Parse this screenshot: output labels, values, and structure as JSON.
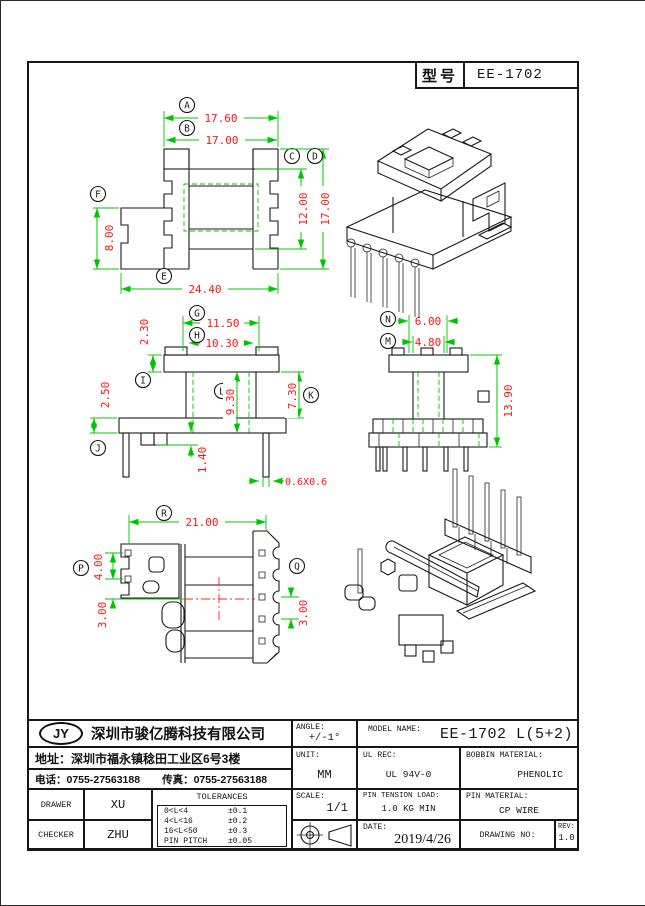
{
  "colors": {
    "dimension_line": "#00c400",
    "dimension_text": "#ff1414",
    "centerline": "#ff2020",
    "outline": "#1a1a1a"
  },
  "header": {
    "model_label": "型号",
    "model_value": "EE-1702"
  },
  "views": {
    "front": {
      "letter_a": "A",
      "dim_a": "17.60",
      "letter_b": "B",
      "dim_b": "17.00",
      "letter_c": "C",
      "dim_c": "12.00",
      "letter_d": "D",
      "dim_d": "17.00",
      "letter_e": "E",
      "dim_e": "24.40",
      "letter_f": "F",
      "dim_f": "8.00"
    },
    "section": {
      "letter_g": "G",
      "dim_g": "11.50",
      "letter_h": "H",
      "dim_h": "10.30",
      "dim_flange": "2.30",
      "letter_i": "I",
      "dim_base": "2.50",
      "letter_l": "L",
      "dim_col": "9.30",
      "dim_col2": "7.30",
      "letter_k": "K",
      "dim_step": "1.40",
      "letter_j": "J",
      "dim_pin": "0.6X0.6"
    },
    "end": {
      "letter_n": "N",
      "dim_n": "6.00",
      "letter_m": "M",
      "dim_m": "4.80",
      "dim_height": "13.90"
    },
    "top": {
      "letter_r": "R",
      "dim_r": "21.00",
      "letter_p": "P",
      "dim_p": "4.00",
      "dim_row_l": "3.00",
      "letter_q": "Q",
      "dim_row_r": "3.00"
    }
  },
  "title_block": {
    "logo": "JY",
    "company": "深圳市骏亿腾科技有限公司",
    "address": "地址：深圳市福永镇稔田工业区6号3楼",
    "phone": "电话：0755-27563188",
    "fax": "传真：0755-27563188",
    "drawer_label": "DRAWER",
    "drawer": "XU",
    "checker_label": "CHECKER",
    "checker": "ZHU",
    "tol_title": "TOLERANCES",
    "tol1_range": "0<L<4",
    "tol1_val": "±0.1",
    "tol2_range": "4<L<16",
    "tol2_val": "±0.2",
    "tol3_range": "16<L<50",
    "tol3_val": "±0.3",
    "tol4_range": "PIN PITCH",
    "tol4_val": "±0.05",
    "angle_label": "ANGLE:",
    "angle": "+/-1°",
    "unit_label": "UNIT:",
    "unit": "MM",
    "scale_label": "SCALE:",
    "scale": "1/1",
    "model_name_label": "MODEL NAME:",
    "model_name": "EE-1702 L(5+2)",
    "ul_label": "UL REC:",
    "ul": "UL 94V-0",
    "bobbin_label": "BOBBIN MATERIAL:",
    "bobbin": "PHENOLIC",
    "pin_load_label": "PIN TENSION LOAD:",
    "pin_load": "1.0 KG MIN",
    "pin_mat_label": "PIN MATERIAL:",
    "pin_mat": "CP WIRE",
    "date_label": "DATE:",
    "date": "2019/4/26",
    "drawing_no_label": "DRAWING NO:",
    "rev_label": "REV:",
    "rev": "1.0"
  }
}
